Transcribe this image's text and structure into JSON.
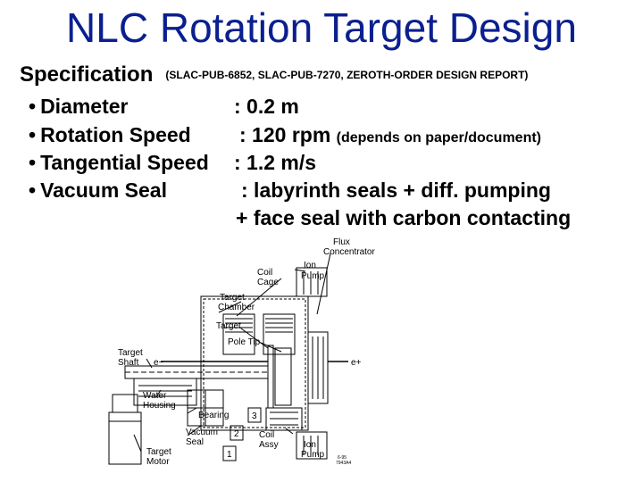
{
  "title": "NLC Rotation Target Design",
  "spec": {
    "heading": "Specification",
    "references": "(SLAC-PUB-6852, SLAC-PUB-7270, ZEROTH-ORDER DESIGN REPORT)"
  },
  "items": [
    {
      "bullet": "•",
      "label": "Diameter",
      "value": ": 0.2 m",
      "note": ""
    },
    {
      "bullet": "•",
      "label": "Rotation Speed",
      "value": ": 120 rpm",
      "note": "(depends on paper/document)"
    },
    {
      "bullet": "•",
      "label": "Tangential Speed",
      "value": ": 1.2 m/s",
      "note": ""
    },
    {
      "bullet": "•",
      "label": "Vacuum Seal",
      "value": ": labyrinth seals + diff. pumping",
      "note": ""
    }
  ],
  "continuation": "+ face seal with carbon contacting",
  "diagram": {
    "labels": {
      "flux_concentrator": [
        "Flux",
        "Concentrator"
      ],
      "coil_cage": [
        "Coil",
        "Cage"
      ],
      "ion_pump_top": [
        "Ion",
        "Pump"
      ],
      "target_chamber": [
        "Target",
        "Chamber"
      ],
      "target": "Target",
      "pole_tip": "Pole Tip",
      "target_shaft": [
        "Target",
        "Shaft"
      ],
      "electron_in": "e−",
      "electron_out": "e+",
      "water_housing": [
        "Water",
        "Housing"
      ],
      "bearing": "Bearing",
      "vacuum_seal": [
        "Vacuum",
        "Seal"
      ],
      "coil_assy": [
        "Coil",
        "Assy"
      ],
      "ion_pump_bottom": [
        "Ion",
        "Pump"
      ],
      "target_motor": [
        "Target",
        "Motor"
      ],
      "num1": "1",
      "num2": "2",
      "num3": "3",
      "stamp": [
        "6-95",
        "7943A4"
      ]
    }
  }
}
